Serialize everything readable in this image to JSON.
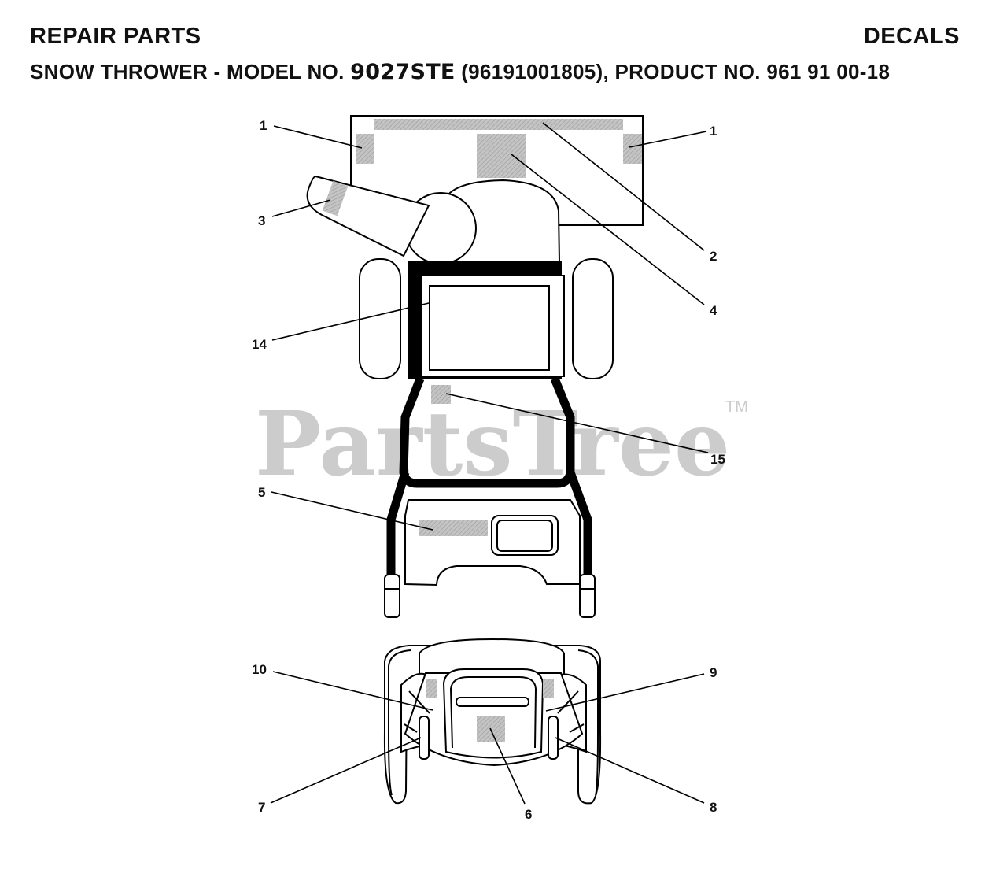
{
  "header": {
    "left_title": "REPAIR PARTS",
    "right_title": "DECALS",
    "subtitle_prefix": "SNOW THROWER - MODEL NO. ",
    "model_no": "9027STE",
    "subtitle_suffix": " (96191001805), PRODUCT NO. 961 91 00-18"
  },
  "watermark": {
    "text": "PartsTree",
    "trademark": "TM"
  },
  "callouts": [
    "1",
    "1",
    "2",
    "3",
    "4",
    "14",
    "15",
    "5",
    "10",
    "9",
    "7",
    "6",
    "8"
  ],
  "colors": {
    "decal_fill": "#bdbdbd",
    "line": "#000000",
    "watermark": "#cccccc"
  }
}
